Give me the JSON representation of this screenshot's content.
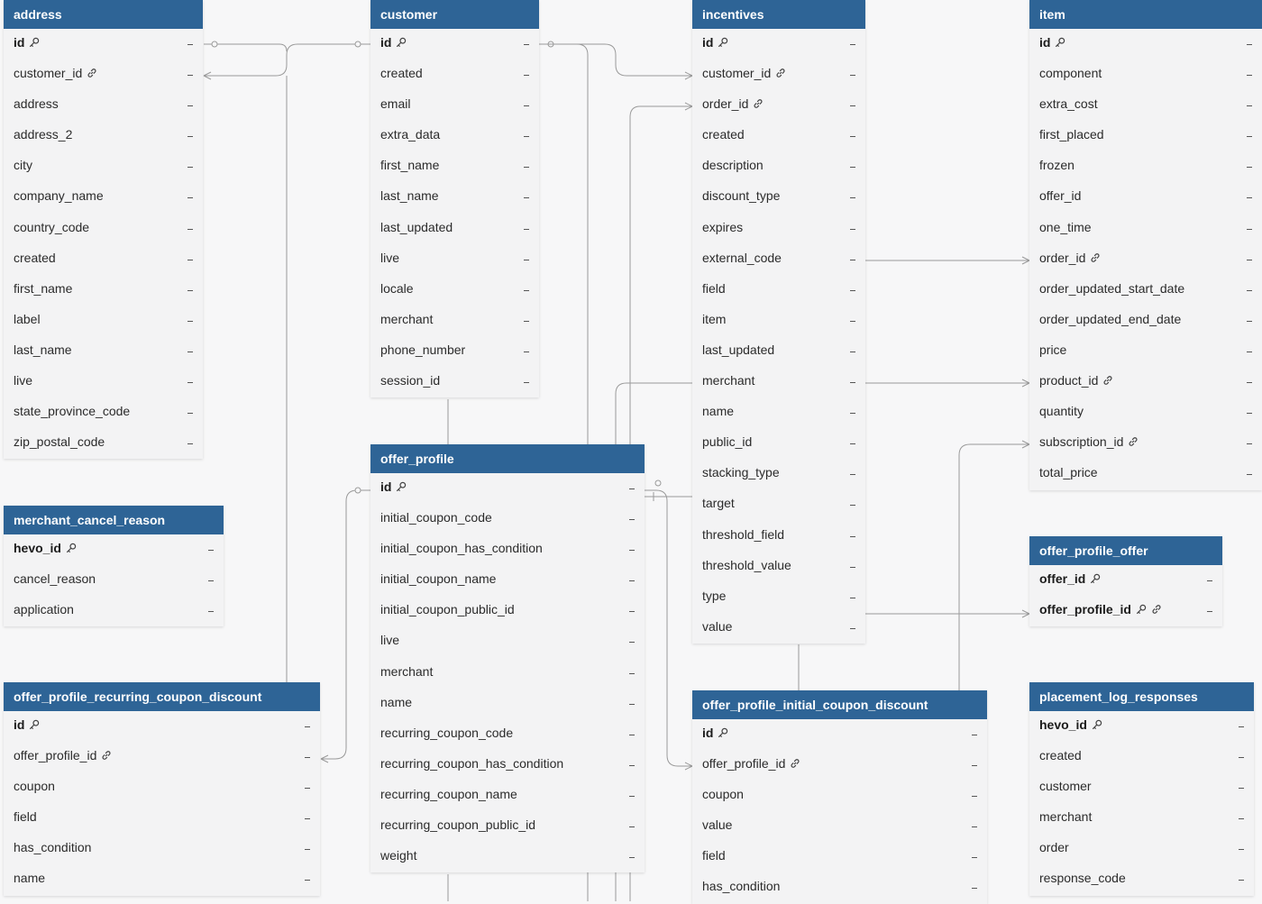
{
  "tables": [
    {
      "id": "address",
      "name": "address",
      "columns": [
        {
          "name": "id",
          "pk": true
        },
        {
          "name": "customer_id",
          "fk": true
        },
        {
          "name": "address"
        },
        {
          "name": "address_2"
        },
        {
          "name": "city"
        },
        {
          "name": "company_name"
        },
        {
          "name": "country_code"
        },
        {
          "name": "created"
        },
        {
          "name": "first_name"
        },
        {
          "name": "label"
        },
        {
          "name": "last_name"
        },
        {
          "name": "live"
        },
        {
          "name": "state_province_code"
        },
        {
          "name": "zip_postal_code"
        }
      ]
    },
    {
      "id": "customer",
      "name": "customer",
      "columns": [
        {
          "name": "id",
          "pk": true
        },
        {
          "name": "created"
        },
        {
          "name": "email"
        },
        {
          "name": "extra_data"
        },
        {
          "name": "first_name"
        },
        {
          "name": "last_name"
        },
        {
          "name": "last_updated"
        },
        {
          "name": "live"
        },
        {
          "name": "locale"
        },
        {
          "name": "merchant"
        },
        {
          "name": "phone_number"
        },
        {
          "name": "session_id"
        }
      ]
    },
    {
      "id": "incentives",
      "name": "incentives",
      "columns": [
        {
          "name": "id",
          "pk": true
        },
        {
          "name": "customer_id",
          "fk": true
        },
        {
          "name": "order_id",
          "fk": true
        },
        {
          "name": "created"
        },
        {
          "name": "description"
        },
        {
          "name": "discount_type"
        },
        {
          "name": "expires"
        },
        {
          "name": "external_code"
        },
        {
          "name": "field"
        },
        {
          "name": "item"
        },
        {
          "name": "last_updated"
        },
        {
          "name": "merchant"
        },
        {
          "name": "name"
        },
        {
          "name": "public_id"
        },
        {
          "name": "stacking_type"
        },
        {
          "name": "target"
        },
        {
          "name": "threshold_field"
        },
        {
          "name": "threshold_value"
        },
        {
          "name": "type"
        },
        {
          "name": "value"
        }
      ]
    },
    {
      "id": "item",
      "name": "item",
      "columns": [
        {
          "name": "id",
          "pk": true
        },
        {
          "name": "component"
        },
        {
          "name": "extra_cost"
        },
        {
          "name": "first_placed"
        },
        {
          "name": "frozen"
        },
        {
          "name": "offer_id"
        },
        {
          "name": "one_time"
        },
        {
          "name": "order_id",
          "fk": true
        },
        {
          "name": "order_updated_start_date"
        },
        {
          "name": "order_updated_end_date"
        },
        {
          "name": "price"
        },
        {
          "name": "product_id",
          "fk": true
        },
        {
          "name": "quantity"
        },
        {
          "name": "subscription_id",
          "fk": true
        },
        {
          "name": "total_price"
        }
      ]
    },
    {
      "id": "merchant_cancel_reason",
      "name": "merchant_cancel_reason",
      "columns": [
        {
          "name": "hevo_id",
          "pk": true
        },
        {
          "name": "cancel_reason"
        },
        {
          "name": "application"
        }
      ]
    },
    {
      "id": "offer_profile",
      "name": "offer_profile",
      "columns": [
        {
          "name": "id",
          "pk": true
        },
        {
          "name": "initial_coupon_code"
        },
        {
          "name": "initial_coupon_has_condition"
        },
        {
          "name": "initial_coupon_name"
        },
        {
          "name": "initial_coupon_public_id"
        },
        {
          "name": "live"
        },
        {
          "name": "merchant"
        },
        {
          "name": "name"
        },
        {
          "name": "recurring_coupon_code"
        },
        {
          "name": "recurring_coupon_has_condition"
        },
        {
          "name": "recurring_coupon_name"
        },
        {
          "name": "recurring_coupon_public_id"
        },
        {
          "name": "weight"
        }
      ]
    },
    {
      "id": "offer_profile_offer",
      "name": "offer_profile_offer",
      "columns": [
        {
          "name": "offer_id",
          "pk": true
        },
        {
          "name": "offer_profile_id",
          "pk": true,
          "fk": true
        }
      ]
    },
    {
      "id": "offer_profile_recurring_coupon_discount",
      "name": "offer_profile_recurring_coupon_discount",
      "columns": [
        {
          "name": "id",
          "pk": true
        },
        {
          "name": "offer_profile_id",
          "fk": true
        },
        {
          "name": "coupon"
        },
        {
          "name": "field"
        },
        {
          "name": "has_condition"
        },
        {
          "name": "name"
        }
      ]
    },
    {
      "id": "offer_profile_initial_coupon_discount",
      "name": "offer_profile_initial_coupon_discount",
      "columns": [
        {
          "name": "id",
          "pk": true
        },
        {
          "name": "offer_profile_id",
          "fk": true
        },
        {
          "name": "coupon"
        },
        {
          "name": "value"
        },
        {
          "name": "field"
        },
        {
          "name": "has_condition"
        }
      ]
    },
    {
      "id": "placement_log_responses",
      "name": "placement_log_responses",
      "columns": [
        {
          "name": "hevo_id",
          "pk": true
        },
        {
          "name": "created"
        },
        {
          "name": "customer"
        },
        {
          "name": "merchant"
        },
        {
          "name": "order"
        },
        {
          "name": "response_code"
        }
      ]
    }
  ],
  "colors": {
    "header": "#2e6496",
    "header_text": "#ffffff",
    "table_bg": "#f3f3f4",
    "canvas_bg": "#f7f7f8",
    "edge": "#9a9a9a"
  },
  "icons": {
    "primary_key": "key-icon",
    "foreign_key": "link-icon"
  }
}
